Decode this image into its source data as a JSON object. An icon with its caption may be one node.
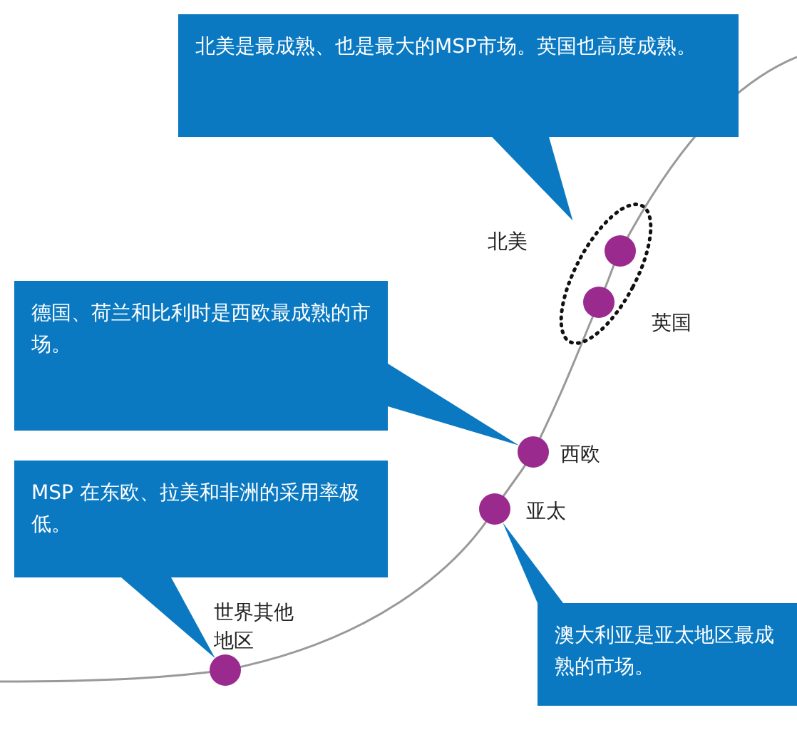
{
  "diagram": {
    "nodes": [
      {
        "text": [
          "北美是最成熟、也是最大的MSP市场。英国也高度成熟。"
        ]
      },
      {
        "text": [],
        "shape": "ellipse"
      },
      {
        "text": [],
        "shape": "circle",
        "beside": [
          "北美"
        ],
        "in": 1
      },
      {
        "text": [],
        "shape": "circle",
        "beside": [
          "英国"
        ],
        "in": 1
      },
      {
        "text": [
          "德国、荷兰和比利时是西欧最成熟的市场。"
        ]
      },
      {
        "text": [],
        "shape": "circle",
        "beside": [
          "西欧"
        ]
      },
      {
        "text": [],
        "shape": "circle",
        "beside": [
          "亚太"
        ]
      },
      {
        "text": [
          "MSP 在东欧、拉美和非洲的采用率极低。"
        ]
      },
      {
        "text": [],
        "shape": "circle",
        "beside": [
          "世界其他地区"
        ]
      },
      {
        "text": [
          "澳大利亚是亚太地区最成熟的市场。"
        ]
      }
    ],
    "edges": [
      {
        "from": 0,
        "to": 1,
        "arrow": "to"
      },
      {
        "from": 4,
        "to": 5,
        "arrow": "to"
      },
      {
        "from": 7,
        "to": 8,
        "arrow": "to"
      },
      {
        "from": 9,
        "to": 6,
        "arrow": "to"
      }
    ]
  }
}
